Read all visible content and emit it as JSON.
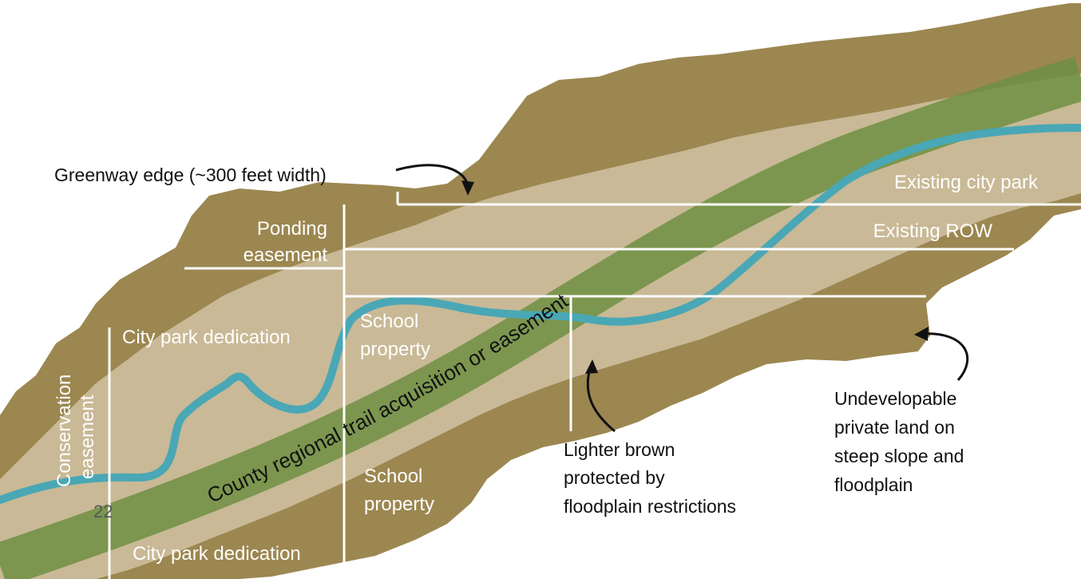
{
  "colors": {
    "outer_land": "#9c8751",
    "floodplain": "#c9b996",
    "trail_band": "#6f8f43",
    "river": "#4aa7b5",
    "boundary_lines": "#ffffff",
    "callout_text": "#111111"
  },
  "labels": {
    "greenway_edge": "Greenway edge (~300 feet width)",
    "existing_city_park": "Existing city park",
    "existing_row": "Existing ROW",
    "ponding_easement_1": "Ponding",
    "ponding_easement_2": "easement",
    "city_park_dedication_top": "City park dedication",
    "school_property_top_1": "School",
    "school_property_top_2": "property",
    "conservation_easement_1": "Conservation",
    "conservation_easement_2": "easement",
    "trail": "County regional trail acquisition or easement",
    "school_property_bottom_1": "School",
    "school_property_bottom_2": "property",
    "city_park_dedication_bottom": "City park dedication",
    "lighter_brown_1": "Lighter brown",
    "lighter_brown_2": "protected by",
    "lighter_brown_3": "floodplain restrictions",
    "undevelopable_1": "Undevelopable",
    "undevelopable_2": "private land on",
    "undevelopable_3": "steep slope and",
    "undevelopable_4": "floodplain",
    "page_number": "22"
  }
}
